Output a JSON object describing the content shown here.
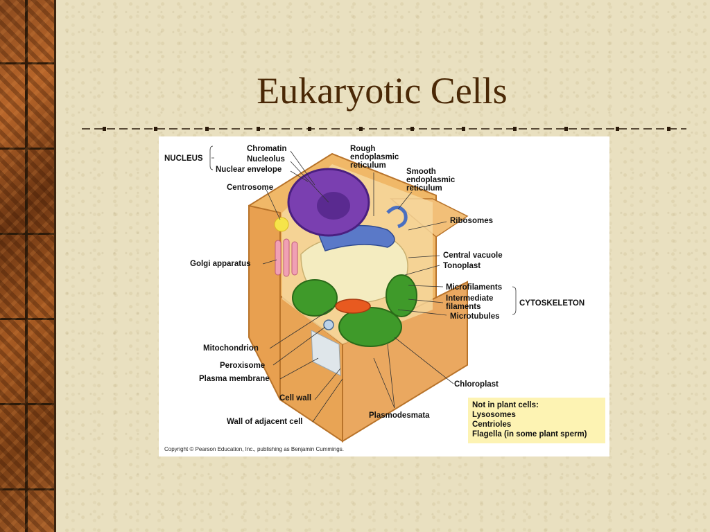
{
  "slide": {
    "title": "Eukaryotic Cells"
  },
  "diagram": {
    "labels": {
      "nucleus": "NUCLEUS",
      "chromatin": "Chromatin",
      "nucleolus": "Nucleolus",
      "nuclear_envelope": "Nuclear envelope",
      "centrosome": "Centrosome",
      "rough_er": "Rough endoplasmic reticulum",
      "smooth_er": "Smooth endoplasmic reticulum",
      "ribosomes": "Ribosomes",
      "central_vacuole": "Central vacuole",
      "tonoplast": "Tonoplast",
      "microfilaments": "Microfilaments",
      "intermediate_filaments": "Intermediate filaments",
      "microtubules": "Microtubules",
      "cytoskeleton": "CYTOSKELETON",
      "golgi": "Golgi apparatus",
      "mitochondrion": "Mitochondrion",
      "peroxisome": "Peroxisome",
      "plasma_membrane": "Plasma membrane",
      "cell_wall": "Cell wall",
      "wall_adjacent": "Wall of adjacent cell",
      "plasmodesmata": "Plasmodesmata",
      "chloroplast": "Chloroplast"
    },
    "note": {
      "heading": "Not in plant cells:",
      "items": [
        "Lysosomes",
        "Centrioles",
        "Flagella (in some plant sperm)"
      ]
    },
    "copyright": "Copyright © Pearson Education, Inc., publishing as Benjamin Cummings."
  },
  "colors": {
    "title": "#4a2806",
    "background": "#e9e0c0",
    "cell_wall": "#e8a455",
    "nucleus": "#7a3fb0",
    "chloroplast": "#3f9a2a",
    "vacuole": "#f2e6b0",
    "note_bg": "#fdf3b3"
  }
}
